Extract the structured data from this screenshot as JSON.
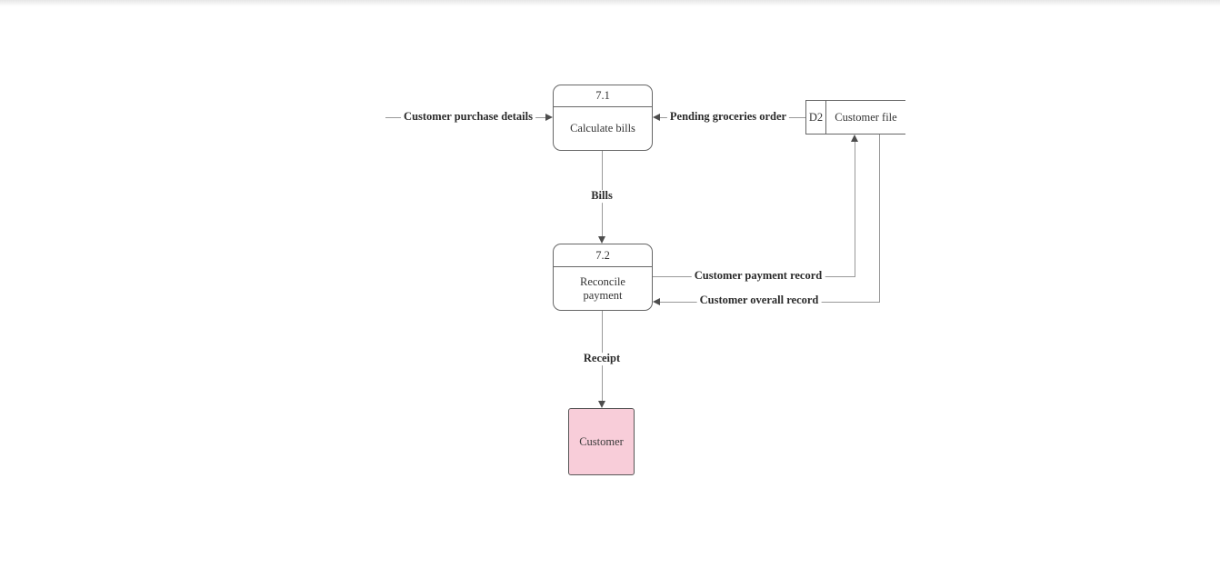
{
  "page": {
    "background": "#ffffff",
    "top_divider_color": "#e7e7e7"
  },
  "diagram": {
    "type": "data-flow-diagram",
    "processes": [
      {
        "id": "7.1",
        "label": "Calculate bills"
      },
      {
        "id": "7.2",
        "label": "Reconcile payment"
      }
    ],
    "datastore": {
      "id": "D2",
      "label": "Customer file"
    },
    "external_entity": {
      "label": "Customer"
    },
    "flows": [
      {
        "label": "Customer purchase details",
        "from": "(offscreen)",
        "to": "7.1 Calculate bills"
      },
      {
        "label": "Pending groceries order",
        "from": "D2 Customer file",
        "to": "7.1 Calculate bills"
      },
      {
        "label": "Bills",
        "from": "7.1 Calculate bills",
        "to": "7.2 Reconcile payment"
      },
      {
        "label": "Customer payment record",
        "from": "7.2 Reconcile payment",
        "to": "D2 Customer file"
      },
      {
        "label": "Customer overall record",
        "from": "D2 Customer file",
        "to": "7.2 Reconcile payment"
      },
      {
        "label": "Receipt",
        "from": "7.2 Reconcile payment",
        "to": "Customer"
      }
    ],
    "colors": {
      "line": "#999999",
      "arrowhead": "#4d4d4d",
      "shape_border": "#666666",
      "shape_fill": "#ffffff",
      "entity_fill": "#f8cdd9",
      "entity_border": "#575757",
      "text": "#333333",
      "flow_label_text": "#2b2b2b"
    }
  }
}
